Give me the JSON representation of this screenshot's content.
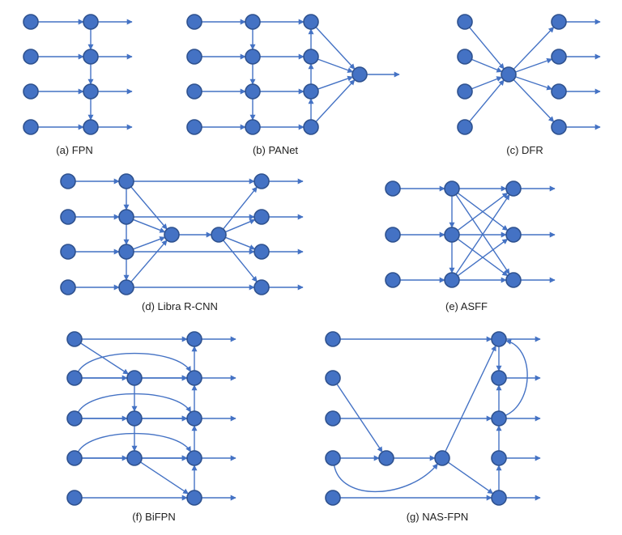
{
  "figure": {
    "panels": [
      {
        "id": "a",
        "caption": "(a) FPN"
      },
      {
        "id": "b",
        "caption": "(b) PANet"
      },
      {
        "id": "c",
        "caption": "(c) DFR"
      },
      {
        "id": "d",
        "caption": "(d) Libra R-CNN"
      },
      {
        "id": "e",
        "caption": "(e) ASFF"
      },
      {
        "id": "f",
        "caption": "(f) BiFPN"
      },
      {
        "id": "g",
        "caption": "(g) NAS-FPN"
      }
    ]
  },
  "colors": {
    "node_fill": "#4472c4",
    "node_stroke": "#2f528f",
    "edge": "#4472c4"
  }
}
